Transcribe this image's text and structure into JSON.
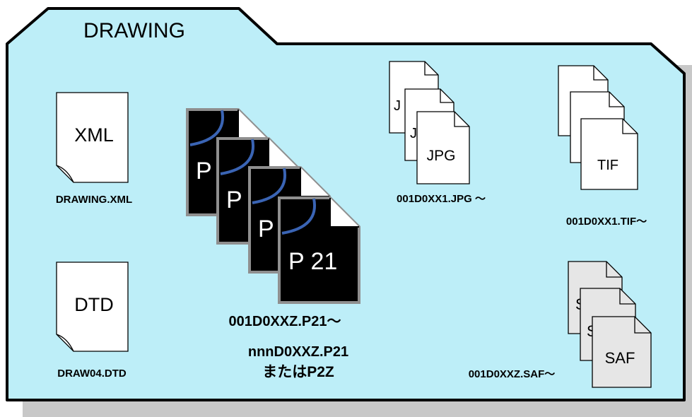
{
  "colors": {
    "folder_fill": "#bdeef8",
    "folder_stroke": "#000000",
    "shadow": "#c8c8c8",
    "doc_fill": "#ffffff",
    "p21_fill": "#000000",
    "p21_border": "#8f8f8f",
    "p21_arc": "#3a64b4",
    "saf_fill": "#e6e6e6"
  },
  "folder": {
    "title": "DRAWING"
  },
  "files": {
    "xml": {
      "icon_label": "XML",
      "caption": "DRAWING.XML"
    },
    "dtd": {
      "icon_label": "DTD",
      "caption": "DRAW04.DTD"
    },
    "p21": {
      "icon_label_partial": "P",
      "icon_label": "P 21",
      "caption": "001D0XXZ.P21～",
      "note_line1": "nnnD0XXZ.P21",
      "note_line2": "またはP2Z"
    },
    "jpg": {
      "icon_label_partial": "J",
      "icon_label": "JPG",
      "caption": "001D0XX1.JPG ～"
    },
    "tif": {
      "icon_label": "TIF",
      "caption": "001D0XX1.TIF～"
    },
    "saf": {
      "icon_label_partial": "S",
      "icon_label": "SAF",
      "caption": "001D0XXZ.SAF～"
    }
  }
}
